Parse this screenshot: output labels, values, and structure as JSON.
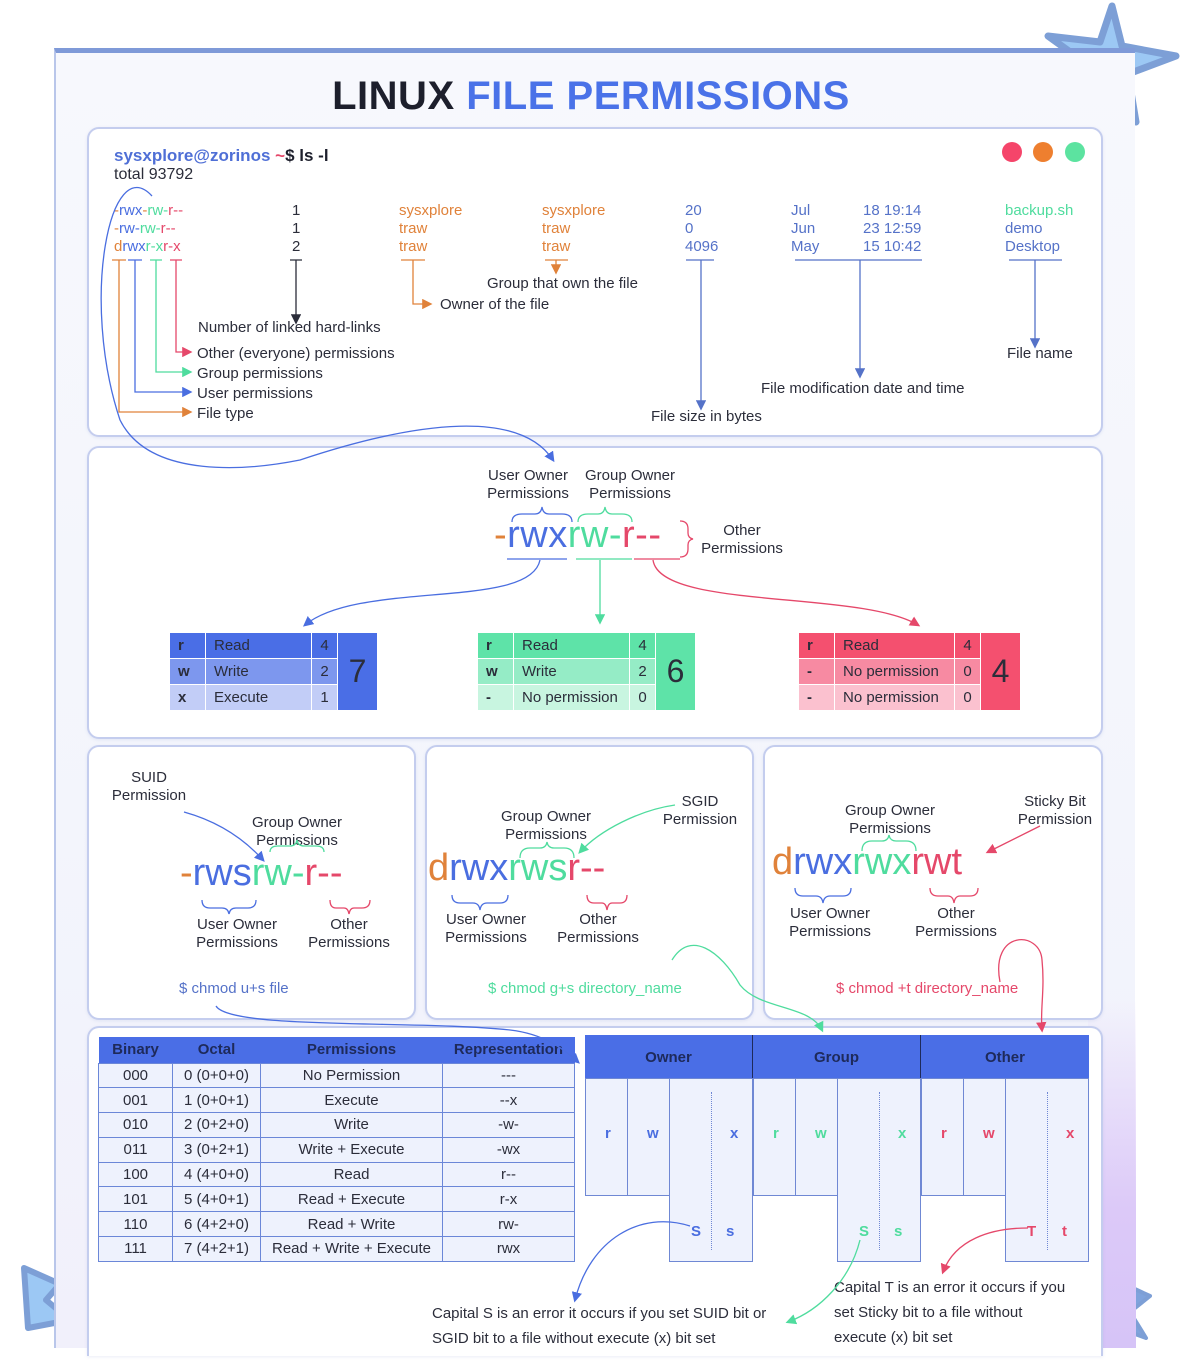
{
  "title": {
    "part1": "LINUX",
    "part2": "FILE PERMISSIONS"
  },
  "colors": {
    "file_type": "#e0823a",
    "user": "#4a6ee0",
    "group": "#4fdc9e",
    "other": "#e5486a",
    "accent": "#4a72e8",
    "window_dots": [
      "#f5456a",
      "#ee7f2f",
      "#5ce3a0"
    ]
  },
  "terminal": {
    "prompt_user": "sysxplore@zorinos",
    "prompt_tilde": "~",
    "prompt_cmd": "$ ls -l",
    "total": "total 93792",
    "rows": [
      {
        "type": "-",
        "user": "rwx",
        "sep": "-",
        "group": "rw-",
        "other": "r--",
        "links": "1",
        "owner": "sysxplore",
        "group_name": "sysxplore",
        "size": "20",
        "month": "Jul",
        "daytime": "18 19:14",
        "name": "backup.sh"
      },
      {
        "type": "-",
        "user": "rw-",
        "sep": "",
        "group": "rw-",
        "other": "r--",
        "links": "1",
        "owner": "traw",
        "group_name": "traw",
        "size": "0",
        "month": "Jun",
        "daytime": "23 12:59",
        "name": "demo"
      },
      {
        "type": "d",
        "user": "rwx",
        "sep": "",
        "group": "r-x",
        "other": "r-x",
        "links": "2",
        "owner": "traw",
        "group_name": "traw",
        "size": "4096",
        "month": "May",
        "daytime": "15 10:42",
        "name": "Desktop"
      }
    ],
    "row_texts": [
      "-rwx-rw-r--",
      "-rw-rw-r--",
      "drwxr-xr-x"
    ],
    "labels": {
      "hard_links": "Number of linked hard-links",
      "other": "Other (everyone) permissions",
      "group": "Group permissions",
      "user": "User permissions",
      "file_type": "File type",
      "group_owner": "Group that own the file",
      "owner": "Owner of the file",
      "size": "File size in bytes",
      "mtime": "File modification date and time",
      "name": "File name"
    }
  },
  "breakdown": {
    "user_label": [
      "User Owner",
      "Permissions"
    ],
    "group_label": [
      "Group Owner",
      "Permissions"
    ],
    "other_label": [
      "Other",
      "Permissions"
    ],
    "string": {
      "type": "-",
      "user": "rwx",
      "group": "rw-",
      "other": "r--"
    },
    "tables": [
      {
        "name": "user",
        "total": "7",
        "rows": [
          {
            "key": "r",
            "label": "Read",
            "value": "4"
          },
          {
            "key": "w",
            "label": "Write",
            "value": "2"
          },
          {
            "key": "x",
            "label": "Execute",
            "value": "1"
          }
        ]
      },
      {
        "name": "group",
        "total": "6",
        "rows": [
          {
            "key": "r",
            "label": "Read",
            "value": "4"
          },
          {
            "key": "w",
            "label": "Write",
            "value": "2"
          },
          {
            "key": "-",
            "label": "No permission",
            "value": "0"
          }
        ]
      },
      {
        "name": "other",
        "total": "4",
        "rows": [
          {
            "key": "r",
            "label": "Read",
            "value": "4"
          },
          {
            "key": "-",
            "label": "No permission",
            "value": "0"
          },
          {
            "key": "-",
            "label": "No permission",
            "value": "0"
          }
        ]
      }
    ]
  },
  "special": [
    {
      "name": "suid",
      "title": [
        "SUID",
        "Permission"
      ],
      "string": {
        "type": "-",
        "user": "rws",
        "group": "rw-",
        "other": "r--"
      },
      "group_label": [
        "Group Owner",
        "Permissions"
      ],
      "user_label": [
        "User Owner",
        "Permissions"
      ],
      "other_label": [
        "Other",
        "Permissions"
      ],
      "command": "$ chmod u+s file"
    },
    {
      "name": "sgid",
      "title": [
        "SGID",
        "Permission"
      ],
      "string": {
        "type": "d",
        "user": "rwx",
        "group": "rws",
        "other": "r--"
      },
      "group_label": [
        "Group Owner",
        "Permissions"
      ],
      "user_label": [
        "User Owner",
        "Permissions"
      ],
      "other_label": [
        "Other",
        "Permissions"
      ],
      "command": "$ chmod g+s directory_name"
    },
    {
      "name": "sticky",
      "title": [
        "Sticky Bit",
        "Permission"
      ],
      "string": {
        "type": "d",
        "user": "rwx",
        "group": "rwx",
        "other": "rwt"
      },
      "group_label": [
        "Group Owner",
        "Permissions"
      ],
      "user_label": [
        "User Owner",
        "Permissions"
      ],
      "other_label": [
        "Other",
        "Permissions"
      ],
      "command": "$ chmod +t directory_name"
    }
  ],
  "reference_table": {
    "headers": [
      "Binary",
      "Octal",
      "Permissions",
      "Representation"
    ],
    "rows": [
      [
        "000",
        "0 (0+0+0)",
        "No Permission",
        "---"
      ],
      [
        "001",
        "1 (0+0+1)",
        "Execute",
        "--x"
      ],
      [
        "010",
        "2 (0+2+0)",
        "Write",
        "-w-"
      ],
      [
        "011",
        "3 (0+2+1)",
        "Write + Execute",
        "-wx"
      ],
      [
        "100",
        "4 (4+0+0)",
        "Read",
        "r--"
      ],
      [
        "101",
        "5 (4+0+1)",
        "Read + Execute",
        "r-x"
      ],
      [
        "110",
        "6 (4+2+0)",
        "Read + Write",
        "rw-"
      ],
      [
        "111",
        "7 (4+2+1)",
        "Read + Write + Execute",
        "rwx"
      ]
    ]
  },
  "special_bits_diagram": {
    "groups": [
      {
        "name": "Owner",
        "r": "r",
        "w": "w",
        "x": "x",
        "err": "S",
        "ok": "s"
      },
      {
        "name": "Group",
        "r": "r",
        "w": "w",
        "x": "x",
        "err": "S",
        "ok": "s"
      },
      {
        "name": "Other",
        "r": "r",
        "w": "w",
        "x": "x",
        "err": "T",
        "ok": "t"
      }
    ],
    "note_s": [
      "Capital S is an error it occurs if you set SUID bit or",
      "SGID bit to a file without execute (x) bit set"
    ],
    "note_t": [
      "Capital T is an error it occurs if you",
      "set Sticky bit to a file without",
      "execute (x) bit set"
    ]
  }
}
